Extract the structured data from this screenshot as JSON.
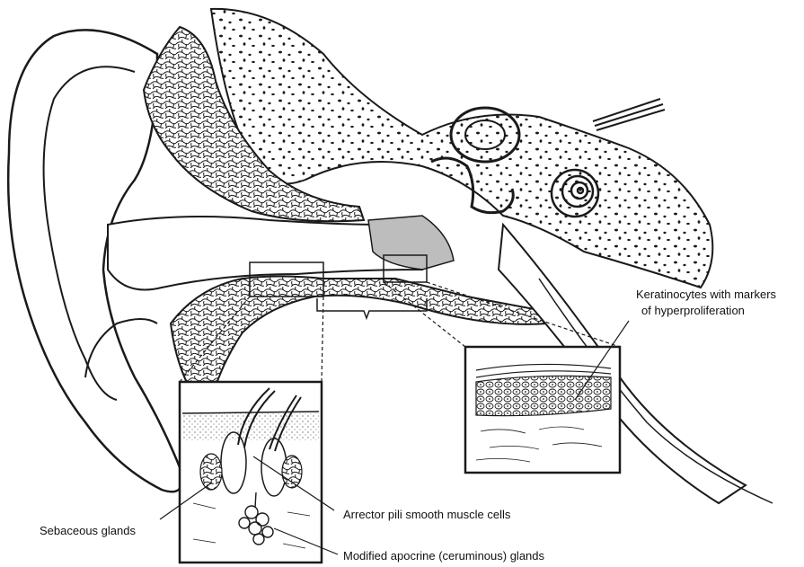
{
  "labels": {
    "keratinocytes_line1": "Keratinocytes with markers",
    "keratinocytes_line2": "of hyperproliferation",
    "sebaceous": "Sebaceous glands",
    "arrector": "Arrector pili smooth muscle cells",
    "apocrine": "Modified apocrine (ceruminous) glands"
  },
  "colors": {
    "ink": "#1a1a1a",
    "tympanic_shade": "#bdbdbd",
    "paper": "#ffffff"
  }
}
